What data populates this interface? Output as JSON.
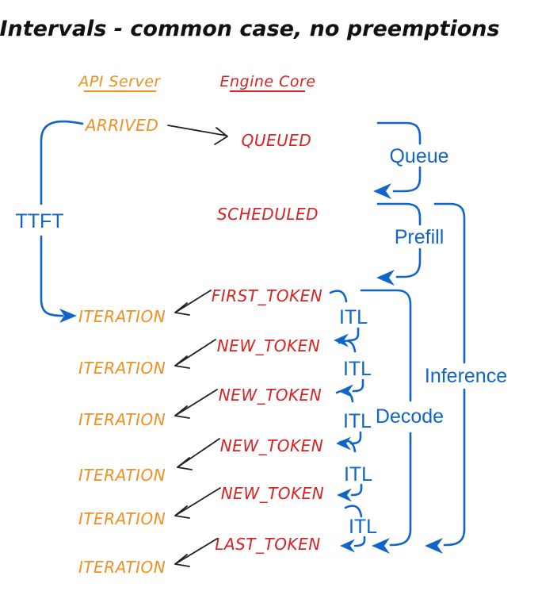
{
  "title": "Intervals - common case, no preemptions",
  "columns": {
    "api_server": "API Server",
    "engine_core": "Engine Core"
  },
  "events": {
    "arrived": "ARRIVED",
    "queued": "QUEUED",
    "scheduled": "SCHEDULED",
    "first_token": "FIRST_TOKEN",
    "new_token": "NEW_TOKEN",
    "last_token": "LAST_TOKEN",
    "iteration": "ITERATION"
  },
  "intervals": {
    "ttft": "TTFT",
    "queue": "Queue",
    "prefill": "Prefill",
    "itl": "ITL",
    "decode": "Decode",
    "inference": "Inference"
  },
  "colors": {
    "api_server_text": "#EF9021",
    "engine_core_text": "#D92121",
    "interval_blue": "#1065C8",
    "arrow_black": "#222222",
    "title_text": "#111111",
    "background": "#FFFFFF"
  }
}
